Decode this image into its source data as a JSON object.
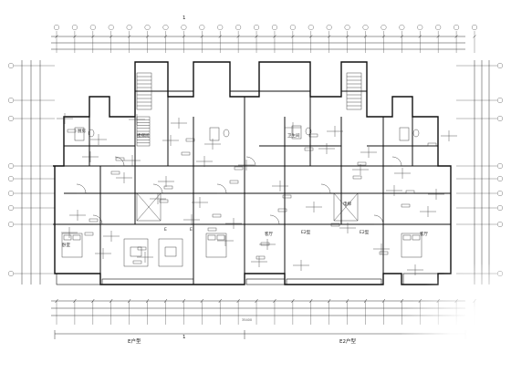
{
  "drawing": {
    "title": "",
    "section_top": "1",
    "section_bottom": "1",
    "unit_labels": [
      "E户型",
      "E2户型"
    ],
    "room_labels": {
      "bedroom_left": "卧室",
      "living_a": "客厅",
      "living_b": "客厅",
      "kitchen": "厨房",
      "bath": "卫生间",
      "stair": "楼梯间",
      "elevator": "电梯",
      "corridor_a": "E",
      "corridor_b": "E",
      "unit_e3": "E2型",
      "unit_e4": "E2型"
    },
    "axis_count_top": 24,
    "axis_count_side": 9,
    "dimension_overall": "35400"
  }
}
